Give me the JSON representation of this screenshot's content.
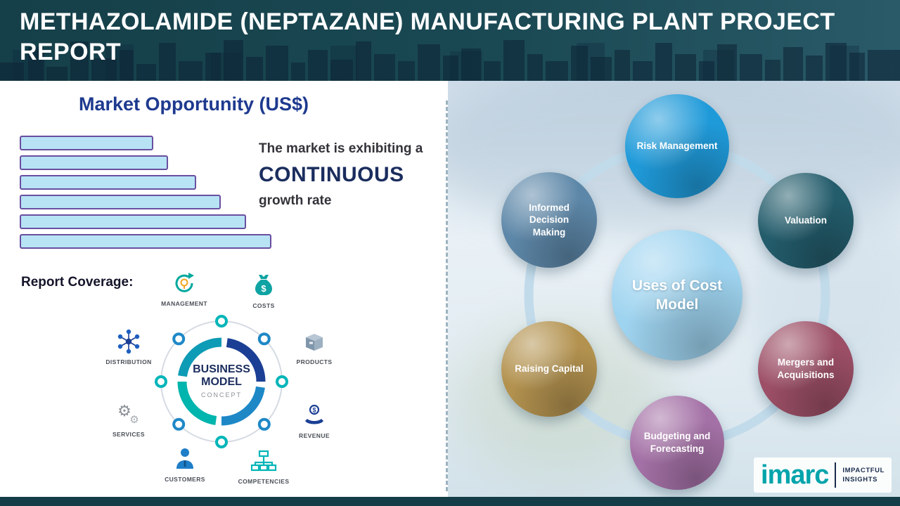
{
  "banner": {
    "title": "METHAZOLAMIDE (NEPTAZANE) MANUFACTURING PLANT PROJECT REPORT"
  },
  "left": {
    "heading": "Market Opportunity (US$)",
    "market_text": {
      "line1": "The market is exhibiting a",
      "emphasis": "CONTINUOUS",
      "line2": "growth rate"
    },
    "report_coverage_label": "Report Coverage:",
    "business_model": {
      "center_line1": "BUSINESS",
      "center_line2": "MODEL",
      "center_line3": "CONCEPT",
      "items": [
        {
          "label": "MANAGEMENT",
          "icon": "idea-recycle-icon"
        },
        {
          "label": "COSTS",
          "icon": "money-bag-icon"
        },
        {
          "label": "DISTRIBUTION",
          "icon": "network-icon"
        },
        {
          "label": "PRODUCTS",
          "icon": "box-icon"
        },
        {
          "label": "SERVICES",
          "icon": "gears-icon"
        },
        {
          "label": "REVENUE",
          "icon": "hand-coin-icon"
        },
        {
          "label": "CUSTOMERS",
          "icon": "person-icon"
        },
        {
          "label": "COMPETENCIES",
          "icon": "org-chart-icon"
        }
      ]
    }
  },
  "chart_data": {
    "type": "bar",
    "orientation": "horizontal",
    "title": "Market Opportunity (US$)",
    "categories": [
      "",
      "",
      "",
      "",
      "",
      ""
    ],
    "values": [
      53,
      59,
      70,
      80,
      90,
      100
    ],
    "unit": "relative (no axis labels shown)",
    "bar_fill": "#b7e3f5",
    "bar_border": "#6a4fa0",
    "annotation": "The market is exhibiting a CONTINUOUS growth rate"
  },
  "right": {
    "center": {
      "label": "Uses of Cost Model",
      "color": "#9fd4f0"
    },
    "circles": [
      {
        "label": "Risk Management",
        "color": "#1f9ad9"
      },
      {
        "label": "Valuation",
        "color": "#235c6b"
      },
      {
        "label": "Mergers and Acquisitions",
        "color": "#9c4f66"
      },
      {
        "label": "Budgeting and Forecasting",
        "color": "#a471a6"
      },
      {
        "label": "Raising Capital",
        "color": "#b3924f"
      },
      {
        "label": "Informed Decision Making",
        "color": "#5d87a8"
      }
    ],
    "ring_color": "#c2dbeb"
  },
  "logo": {
    "brand": "imarc",
    "tagline_line1": "IMPACTFUL",
    "tagline_line2": "INSIGHTS"
  }
}
